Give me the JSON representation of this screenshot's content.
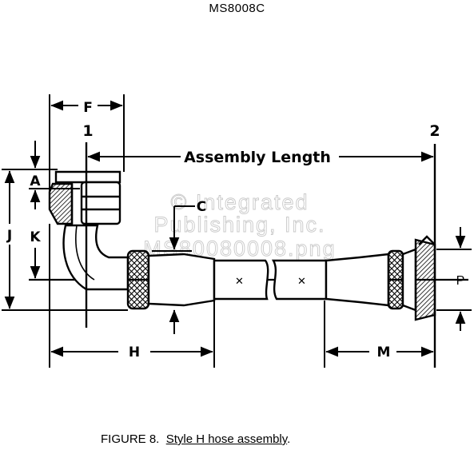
{
  "header": {
    "doc_id": "MS8008C"
  },
  "labels": {
    "F": "F",
    "station_1": "1",
    "station_2": "2",
    "assembly_length": "Assembly Length",
    "A": "A",
    "J": "J",
    "K": "K",
    "C": "C",
    "H": "H",
    "M": "M",
    "P": "P"
  },
  "watermark": {
    "line1": "© Integrated",
    "line2": "Publishing, Inc.",
    "line3": "MS80080008.png"
  },
  "caption": {
    "prefix": "FIGURE 8.",
    "title": "Style H hose assembly",
    "suffix": "."
  },
  "colors": {
    "ink": "#000000",
    "hatch": "#000000",
    "watermark": "#c9c9c9"
  }
}
